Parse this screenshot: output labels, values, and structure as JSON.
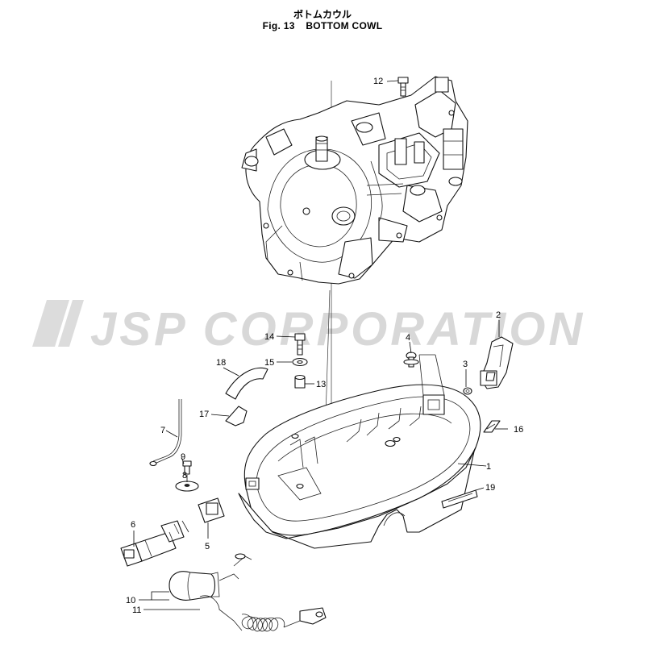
{
  "title": {
    "japanese": "ボトムカウル",
    "fig_number": "Fig. 13",
    "name": "BOTTOM COWL"
  },
  "watermark": "JSP CORPORATION",
  "callouts": [
    "1",
    "2",
    "3",
    "4",
    "5",
    "6",
    "7",
    "8",
    "9",
    "10",
    "11",
    "12",
    "13",
    "14",
    "15",
    "16",
    "17",
    "18",
    "19"
  ]
}
